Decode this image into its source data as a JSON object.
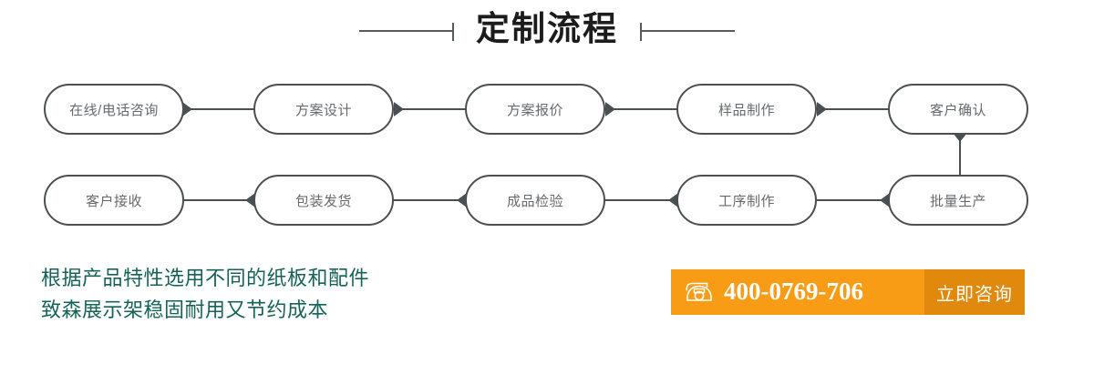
{
  "title": {
    "text": "定制流程",
    "rule_color": "#555b5e"
  },
  "flow": {
    "node_border_color": "#4a4f52",
    "node_text_color": "#666a6d",
    "rows": [
      {
        "direction": "left-to-right",
        "nodes": [
          {
            "label": "在线/电话咨询"
          },
          {
            "label": "方案设计"
          },
          {
            "label": "方案报价"
          },
          {
            "label": "样品制作"
          },
          {
            "label": "客户确认"
          }
        ]
      },
      {
        "direction": "right-to-left",
        "nodes": [
          {
            "label": "客户接收"
          },
          {
            "label": "包装发货"
          },
          {
            "label": "成品检验"
          },
          {
            "label": "工序制作"
          },
          {
            "label": "批量生产"
          }
        ]
      }
    ]
  },
  "tagline": {
    "color": "#156358",
    "lines": [
      "根据产品特性选用不同的纸板和配件",
      "致森展示架稳固耐用又节约成本"
    ]
  },
  "contact": {
    "bar_color": "#f89c16",
    "button_color": "#e0890c",
    "phone_icon": "telephone-icon",
    "phone_number": "400-0769-706",
    "cta_label": "立即咨询"
  }
}
